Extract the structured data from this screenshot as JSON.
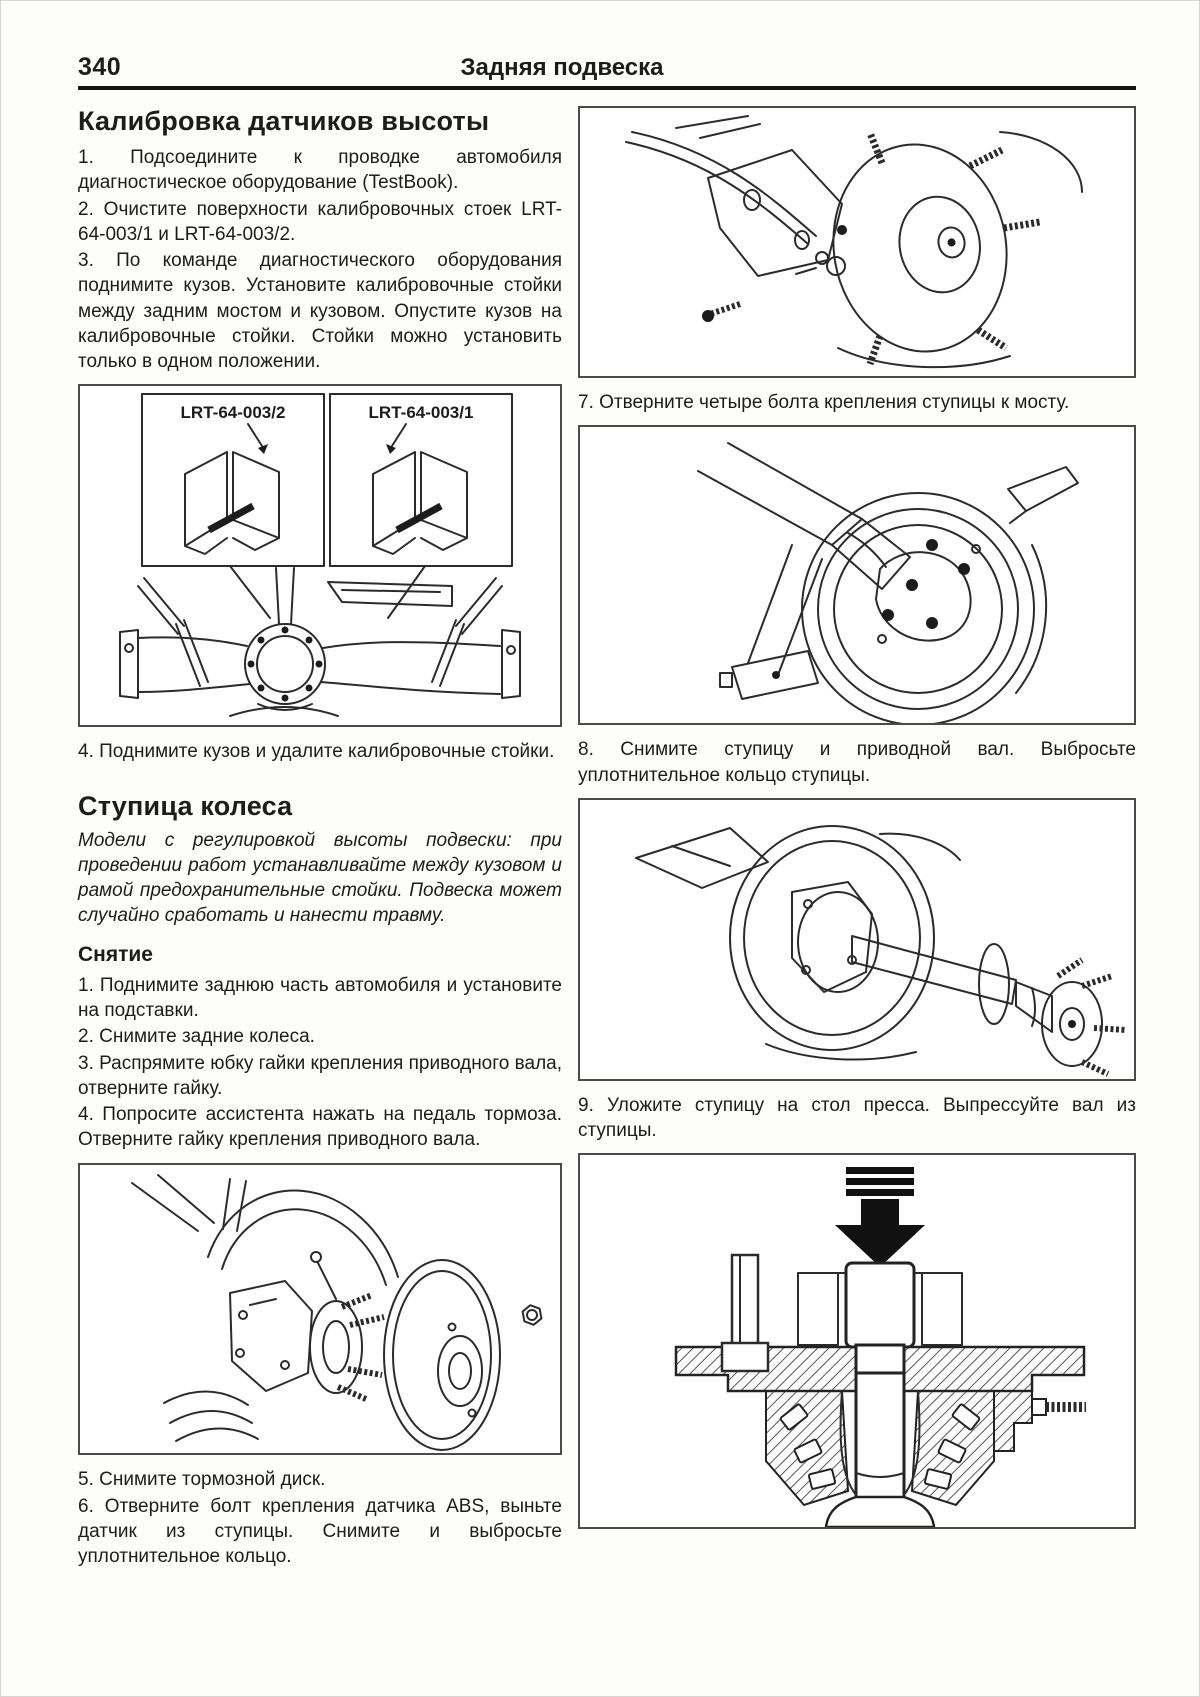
{
  "page": {
    "number": "340",
    "header_title": "Задняя подвеска"
  },
  "calibration": {
    "heading": "Калибровка датчиков высоты",
    "steps": [
      "1. Подсоедините к проводке автомобиля диагностическое оборудование (TestBook).",
      "2. Очистите поверхности калибровочных стоек LRT-64-003/1 и LRT-64-003/2.",
      "3. По команде диагностического оборудования поднимите кузов. Установите калибровочные стойки между задним мостом и кузовом. Опустите кузов на калибровочные стойки. Стойки можно установить только в одном положении."
    ],
    "figure": {
      "label_left": "LRT-64-003/2",
      "label_right": "LRT-64-003/1"
    },
    "caption4": "4. Поднимите кузов и удалите калибровочные стойки."
  },
  "hub": {
    "heading": "Ступица колеса",
    "warning": "Модели с регулировкой высоты подвески: при проведении работ устанавливайте между кузовом и рамой предохранительные стойки. Подвеска может случайно сработать и нанести травму.",
    "subheading": "Снятие",
    "steps": [
      "1. Поднимите заднюю часть автомобиля и установите на подставки.",
      "2. Снимите задние колеса.",
      "3. Распрямите юбку гайки крепления приводного вала, отверните гайку.",
      "4. Попросите ассистента нажать на педаль тормоза. Отверните гайку крепления приводного вала."
    ],
    "caption5": "5. Снимите тормозной диск.",
    "caption6": "6. Отверните болт крепления датчика ABS, выньте датчик из ступицы. Снимите и выбросьте уплотнительное кольцо."
  },
  "right": {
    "caption7": "7. Отверните четыре болта крепления ступицы к мосту.",
    "caption8": "8. Снимите ступицу и приводной вал. Выбросьте уплотнительное кольцо ступицы.",
    "caption9": "9. Уложите ступицу на стол пресса. Выпрессуйте вал из ступицы."
  }
}
